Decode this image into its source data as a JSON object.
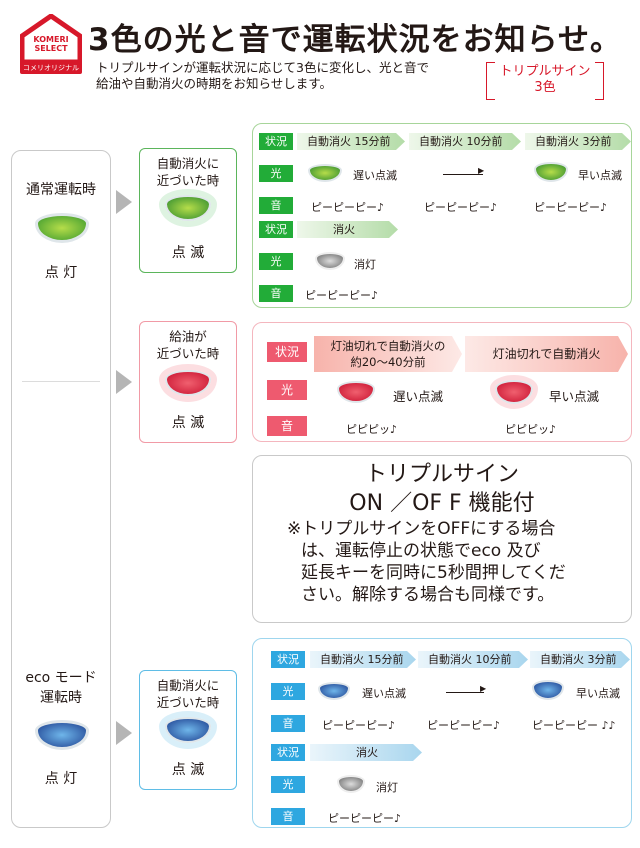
{
  "header": {
    "logo_line1": "KOMERI",
    "logo_line2": "SELECT",
    "logo_badge": "コメリオリジナル",
    "title": "3色の光と音で運転状況をお知らせ。",
    "subtitle_line1": "トリプルサインが運転状況に応じて3色に変化し、光と音で",
    "subtitle_line2": "給油や自動消火の時期をお知らせします。",
    "triple_label_line1": "トリプルサイン",
    "triple_label_line2": "3色"
  },
  "colors": {
    "brand_red": "#d7182a",
    "green": "#22ac38",
    "pink": "#ee5a6f",
    "blue": "#2ea7e0",
    "gray_border": "#c9c9c9"
  },
  "left_column": {
    "normal_mode": {
      "title": "通常運転時",
      "state": "点 灯",
      "icon": "green-lamp-icon"
    },
    "eco_mode": {
      "title_line1": "eco モード",
      "title_line2": "運転時",
      "state": "点 灯",
      "icon": "blue-lamp-icon"
    }
  },
  "cards": {
    "green": {
      "line1": "自動消火に",
      "line2": "近づいた時",
      "state": "点 滅"
    },
    "red": {
      "line1": "給油が",
      "line2": "近づいた時",
      "state": "点 滅"
    },
    "blue": {
      "line1": "自動消火に",
      "line2": "近づいた時",
      "state": "点 滅"
    }
  },
  "labels": {
    "status": "状況",
    "light": "光",
    "sound": "音"
  },
  "green_panel": {
    "stages": [
      "自動消火 15分前",
      "自動消火 10分前",
      "自動消火 3分前"
    ],
    "light": [
      "遅い点滅",
      "→",
      "早い点滅"
    ],
    "sound": [
      "ピーピーピー♪",
      "ピーピーピー♪",
      "ピーピーピー♪"
    ],
    "off_stage": "消火",
    "off_light": "消灯",
    "off_sound": "ピーピーピー♪"
  },
  "red_panel": {
    "stage1_line1": "灯油切れで自動消火の",
    "stage1_line2": "約20〜40分前",
    "stage2": "灯油切れで自動消火",
    "light": [
      "遅い点滅",
      "早い点滅"
    ],
    "sound": [
      "ピピピッ♪",
      "ピピピッ♪"
    ]
  },
  "note": {
    "line1": "トリプルサイン",
    "line2": "ON ／OF F 機能付",
    "line3": "※トリプルサインをOFFにする場合",
    "line4": "は、運転停止の状態でeco 及び",
    "line5": "延長キーを同時に5秒間押してくだ",
    "line6": "さい。解除する場合も同様です。"
  },
  "blue_panel": {
    "stages": [
      "自動消火 15分前",
      "自動消火 10分前",
      "自動消火 3分前"
    ],
    "light": [
      "遅い点滅",
      "→",
      "早い点滅"
    ],
    "sound": [
      "ピーピーピー♪",
      "ピーピーピー♪",
      "ピーピーピー ♪♪"
    ],
    "off_stage": "消火",
    "off_light": "消灯",
    "off_sound": "ピーピーピー♪"
  }
}
